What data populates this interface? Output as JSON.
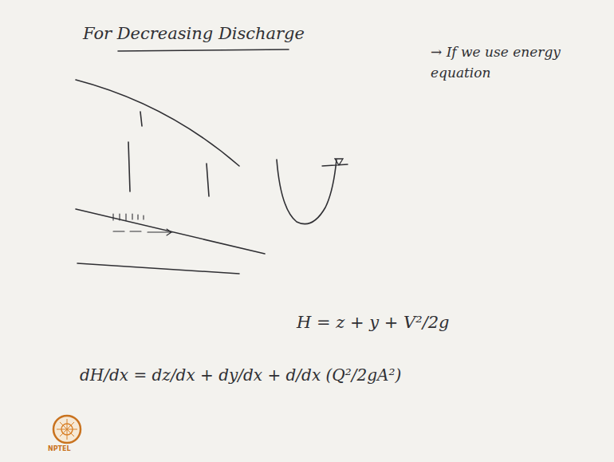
{
  "diagram": {
    "title": "For Decreasing Discharge",
    "labels": [
      "→ If we use energy equation",
      "H = z + y + V²/2g",
      "dH/dx = dz/dx + dy/dx + d/dx (Q²/2gA²)",
      "NPTEL"
    ]
  }
}
